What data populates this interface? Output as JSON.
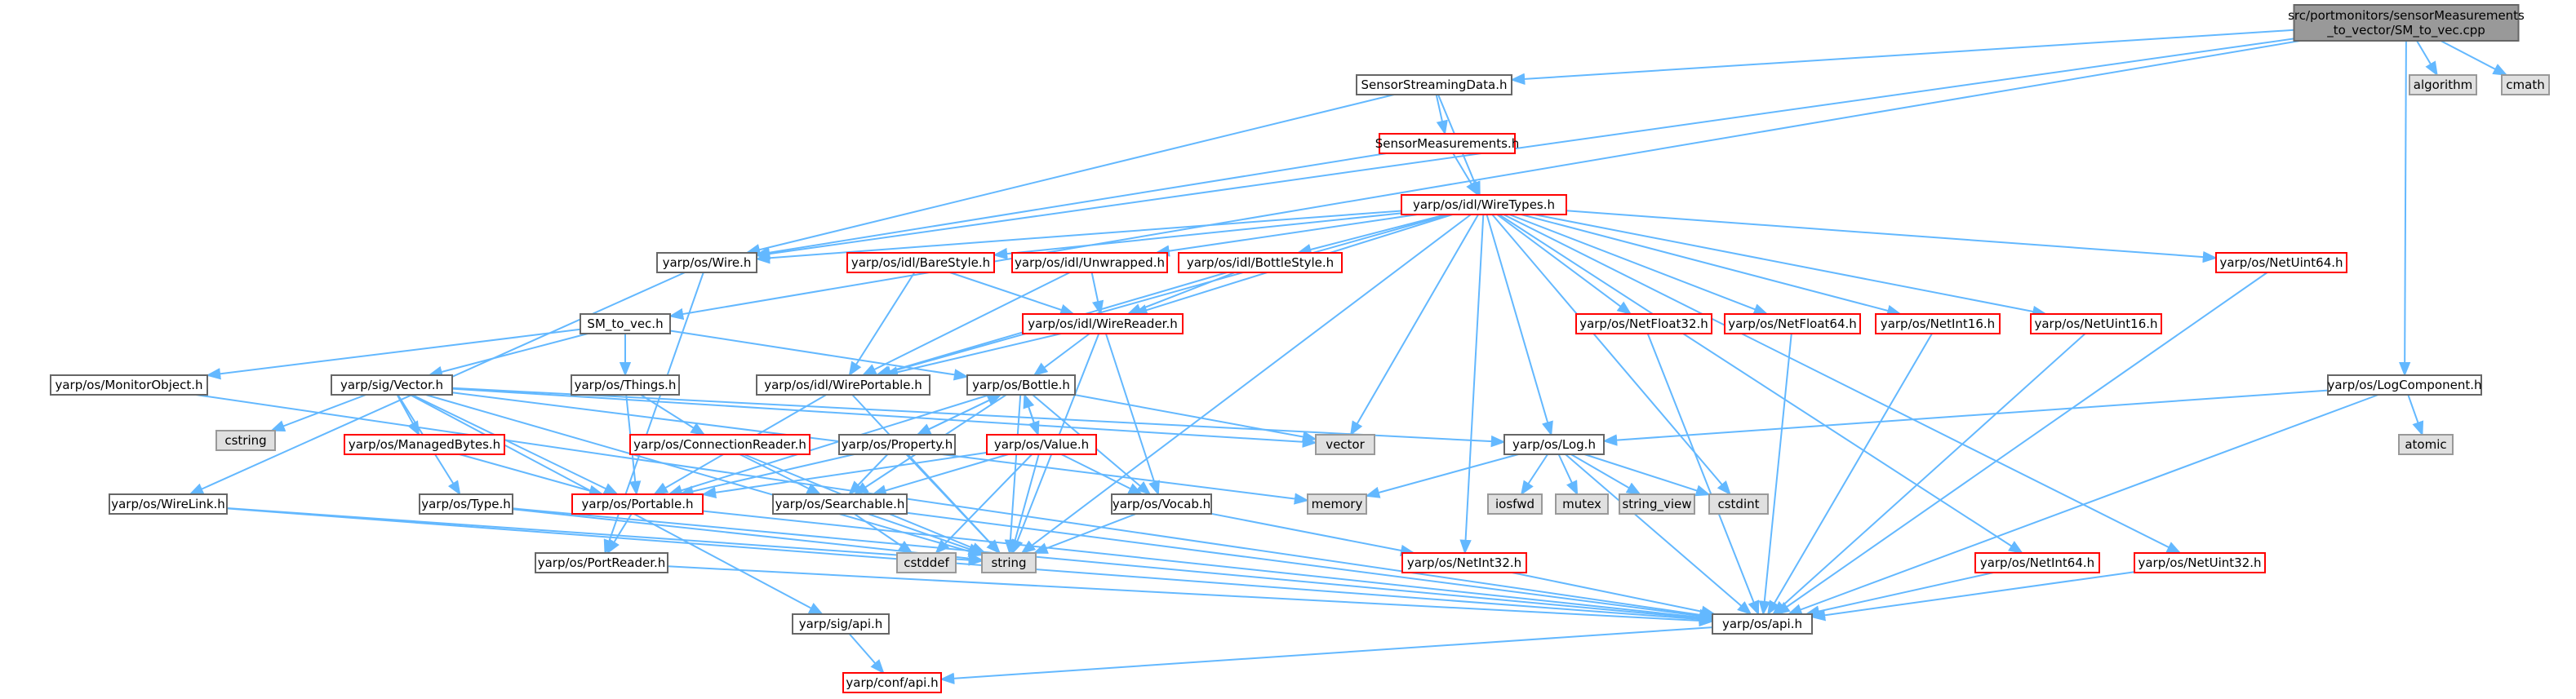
{
  "colors": {
    "edge": "#63b8ff",
    "root_fill": "#999999",
    "root_stroke": "#666666",
    "normal_fill": "#ffffff",
    "normal_stroke": "#666666",
    "incomplete_stroke": "#ff0000",
    "system_fill": "#e0e0e0",
    "system_stroke": "#999999"
  },
  "nodes": [
    {
      "id": "root",
      "lines": [
        "src/portmonitors/sensorMeasurements",
        "_to_vector/SM_to_vec.cpp"
      ],
      "kind": "root"
    },
    {
      "id": "ssd",
      "lines": [
        "SensorStreamingData.h"
      ],
      "kind": "normal"
    },
    {
      "id": "algorithm",
      "lines": [
        "algorithm"
      ],
      "kind": "system"
    },
    {
      "id": "cmath",
      "lines": [
        "cmath"
      ],
      "kind": "system"
    },
    {
      "id": "sm",
      "lines": [
        "SensorMeasurements.h"
      ],
      "kind": "incomplete"
    },
    {
      "id": "wiretypes",
      "lines": [
        "yarp/os/idl/WireTypes.h"
      ],
      "kind": "incomplete"
    },
    {
      "id": "wire",
      "lines": [
        "yarp/os/Wire.h"
      ],
      "kind": "normal"
    },
    {
      "id": "barestyle",
      "lines": [
        "yarp/os/idl/BareStyle.h"
      ],
      "kind": "incomplete"
    },
    {
      "id": "unwrapped",
      "lines": [
        "yarp/os/idl/Unwrapped.h"
      ],
      "kind": "incomplete"
    },
    {
      "id": "bottlestyle",
      "lines": [
        "yarp/os/idl/BottleStyle.h"
      ],
      "kind": "incomplete"
    },
    {
      "id": "netuint64a",
      "lines": [
        "yarp/os/NetUint64.h"
      ],
      "kind": "incomplete"
    },
    {
      "id": "smtovec",
      "lines": [
        "SM_to_vec.h"
      ],
      "kind": "normal"
    },
    {
      "id": "wirereader",
      "lines": [
        "yarp/os/idl/WireReader.h"
      ],
      "kind": "incomplete"
    },
    {
      "id": "netfloat32",
      "lines": [
        "yarp/os/NetFloat32.h"
      ],
      "kind": "incomplete"
    },
    {
      "id": "netfloat64",
      "lines": [
        "yarp/os/NetFloat64.h"
      ],
      "kind": "incomplete"
    },
    {
      "id": "netint16",
      "lines": [
        "yarp/os/NetInt16.h"
      ],
      "kind": "incomplete"
    },
    {
      "id": "netuint16",
      "lines": [
        "yarp/os/NetUint16.h"
      ],
      "kind": "incomplete"
    },
    {
      "id": "monitorobject",
      "lines": [
        "yarp/os/MonitorObject.h"
      ],
      "kind": "normal"
    },
    {
      "id": "sigvector",
      "lines": [
        "yarp/sig/Vector.h"
      ],
      "kind": "normal"
    },
    {
      "id": "things",
      "lines": [
        "yarp/os/Things.h"
      ],
      "kind": "normal"
    },
    {
      "id": "wireportable",
      "lines": [
        "yarp/os/idl/WirePortable.h"
      ],
      "kind": "normal"
    },
    {
      "id": "bottle",
      "lines": [
        "yarp/os/Bottle.h"
      ],
      "kind": "normal"
    },
    {
      "id": "logcomponent",
      "lines": [
        "yarp/os/LogComponent.h"
      ],
      "kind": "normal"
    },
    {
      "id": "cstring",
      "lines": [
        "cstring"
      ],
      "kind": "system"
    },
    {
      "id": "managedbytes",
      "lines": [
        "yarp/os/ManagedBytes.h"
      ],
      "kind": "incomplete"
    },
    {
      "id": "connreader",
      "lines": [
        "yarp/os/ConnectionReader.h"
      ],
      "kind": "incomplete"
    },
    {
      "id": "property",
      "lines": [
        "yarp/os/Property.h"
      ],
      "kind": "normal"
    },
    {
      "id": "value",
      "lines": [
        "yarp/os/Value.h"
      ],
      "kind": "incomplete"
    },
    {
      "id": "vector",
      "lines": [
        "vector"
      ],
      "kind": "system"
    },
    {
      "id": "log",
      "lines": [
        "yarp/os/Log.h"
      ],
      "kind": "normal"
    },
    {
      "id": "atomic",
      "lines": [
        "atomic"
      ],
      "kind": "system"
    },
    {
      "id": "wirelink",
      "lines": [
        "yarp/os/WireLink.h"
      ],
      "kind": "normal"
    },
    {
      "id": "type",
      "lines": [
        "yarp/os/Type.h"
      ],
      "kind": "normal"
    },
    {
      "id": "portable",
      "lines": [
        "yarp/os/Portable.h"
      ],
      "kind": "incomplete"
    },
    {
      "id": "searchable",
      "lines": [
        "yarp/os/Searchable.h"
      ],
      "kind": "normal"
    },
    {
      "id": "memory",
      "lines": [
        "memory"
      ],
      "kind": "system"
    },
    {
      "id": "vocab",
      "lines": [
        "yarp/os/Vocab.h"
      ],
      "kind": "normal"
    },
    {
      "id": "iosfwd",
      "lines": [
        "iosfwd"
      ],
      "kind": "system"
    },
    {
      "id": "mutex",
      "lines": [
        "mutex"
      ],
      "kind": "system"
    },
    {
      "id": "string_view",
      "lines": [
        "string_view"
      ],
      "kind": "system"
    },
    {
      "id": "cstdint",
      "lines": [
        "cstdint"
      ],
      "kind": "system"
    },
    {
      "id": "cstddef",
      "lines": [
        "cstddef"
      ],
      "kind": "system"
    },
    {
      "id": "string",
      "lines": [
        "string"
      ],
      "kind": "system"
    },
    {
      "id": "portreader",
      "lines": [
        "yarp/os/PortReader.h"
      ],
      "kind": "normal"
    },
    {
      "id": "netint32",
      "lines": [
        "yarp/os/NetInt32.h"
      ],
      "kind": "incomplete"
    },
    {
      "id": "netint64",
      "lines": [
        "yarp/os/NetInt64.h"
      ],
      "kind": "incomplete"
    },
    {
      "id": "netuint32",
      "lines": [
        "yarp/os/NetUint32.h"
      ],
      "kind": "incomplete"
    },
    {
      "id": "sigapi",
      "lines": [
        "yarp/sig/api.h"
      ],
      "kind": "normal"
    },
    {
      "id": "osapi",
      "lines": [
        "yarp/os/api.h"
      ],
      "kind": "normal"
    },
    {
      "id": "confapi",
      "lines": [
        "yarp/conf/api.h"
      ],
      "kind": "incomplete"
    }
  ],
  "edges": [
    [
      "root",
      "ssd"
    ],
    [
      "root",
      "algorithm"
    ],
    [
      "root",
      "cmath"
    ],
    [
      "root",
      "wire"
    ],
    [
      "root",
      "smtovec"
    ],
    [
      "root",
      "logcomponent"
    ],
    [
      "ssd",
      "sm"
    ],
    [
      "ssd",
      "wiretypes"
    ],
    [
      "ssd",
      "wire"
    ],
    [
      "sm",
      "wiretypes"
    ],
    [
      "sm",
      "wire"
    ],
    [
      "wiretypes",
      "wire"
    ],
    [
      "wiretypes",
      "barestyle"
    ],
    [
      "wiretypes",
      "unwrapped"
    ],
    [
      "wiretypes",
      "bottlestyle"
    ],
    [
      "wiretypes",
      "netuint64a"
    ],
    [
      "wiretypes",
      "wirereader"
    ],
    [
      "wiretypes",
      "netfloat32"
    ],
    [
      "wiretypes",
      "netfloat64"
    ],
    [
      "wiretypes",
      "netint16"
    ],
    [
      "wiretypes",
      "netuint16"
    ],
    [
      "wiretypes",
      "wireportable"
    ],
    [
      "wiretypes",
      "vector"
    ],
    [
      "wiretypes",
      "log"
    ],
    [
      "wiretypes",
      "cstdint"
    ],
    [
      "wiretypes",
      "string"
    ],
    [
      "wiretypes",
      "netint32"
    ],
    [
      "wiretypes",
      "netint64"
    ],
    [
      "wiretypes",
      "netuint32"
    ],
    [
      "wire",
      "portreader"
    ],
    [
      "wire",
      "wirelink"
    ],
    [
      "barestyle",
      "wirereader"
    ],
    [
      "barestyle",
      "wireportable"
    ],
    [
      "unwrapped",
      "wirereader"
    ],
    [
      "unwrapped",
      "wireportable"
    ],
    [
      "bottlestyle",
      "wirereader"
    ],
    [
      "bottlestyle",
      "wireportable"
    ],
    [
      "wirereader",
      "wireportable"
    ],
    [
      "wirereader",
      "bottle"
    ],
    [
      "wirereader",
      "vocab"
    ],
    [
      "wirereader",
      "string"
    ],
    [
      "netuint64a",
      "osapi"
    ],
    [
      "netfloat32",
      "osapi"
    ],
    [
      "netfloat64",
      "osapi"
    ],
    [
      "netint16",
      "osapi"
    ],
    [
      "netuint16",
      "osapi"
    ],
    [
      "smtovec",
      "monitorobject"
    ],
    [
      "smtovec",
      "sigvector"
    ],
    [
      "smtovec",
      "things"
    ],
    [
      "smtovec",
      "bottle"
    ],
    [
      "monitorobject",
      "osapi"
    ],
    [
      "sigvector",
      "cstring"
    ],
    [
      "sigvector",
      "managedbytes"
    ],
    [
      "sigvector",
      "portable"
    ],
    [
      "sigvector",
      "type"
    ],
    [
      "sigvector",
      "vector"
    ],
    [
      "sigvector",
      "log"
    ],
    [
      "sigvector",
      "memory"
    ],
    [
      "sigvector",
      "string"
    ],
    [
      "sigvector",
      "sigapi"
    ],
    [
      "things",
      "connreader"
    ],
    [
      "things",
      "portable"
    ],
    [
      "wireportable",
      "portable"
    ],
    [
      "wireportable",
      "string"
    ],
    [
      "bottle",
      "property"
    ],
    [
      "bottle",
      "value"
    ],
    [
      "bottle",
      "portable"
    ],
    [
      "bottle",
      "searchable"
    ],
    [
      "bottle",
      "vocab"
    ],
    [
      "bottle",
      "string"
    ],
    [
      "bottle",
      "vector"
    ],
    [
      "logcomponent",
      "log"
    ],
    [
      "logcomponent",
      "atomic"
    ],
    [
      "logcomponent",
      "osapi"
    ],
    [
      "managedbytes",
      "portable"
    ],
    [
      "connreader",
      "searchable"
    ],
    [
      "connreader",
      "string"
    ],
    [
      "property",
      "bottle"
    ],
    [
      "property",
      "portable"
    ],
    [
      "property",
      "searchable"
    ],
    [
      "property",
      "string"
    ],
    [
      "value",
      "bottle"
    ],
    [
      "value",
      "portable"
    ],
    [
      "value",
      "searchable"
    ],
    [
      "value",
      "vocab"
    ],
    [
      "value",
      "string"
    ],
    [
      "value",
      "cstddef"
    ],
    [
      "log",
      "memory"
    ],
    [
      "log",
      "iosfwd"
    ],
    [
      "log",
      "mutex"
    ],
    [
      "log",
      "string_view"
    ],
    [
      "log",
      "cstdint"
    ],
    [
      "log",
      "osapi"
    ],
    [
      "wirelink",
      "string"
    ],
    [
      "wirelink",
      "osapi"
    ],
    [
      "type",
      "string"
    ],
    [
      "type",
      "osapi"
    ],
    [
      "portable",
      "portreader"
    ],
    [
      "portable",
      "osapi"
    ],
    [
      "searchable",
      "cstddef"
    ],
    [
      "searchable",
      "string"
    ],
    [
      "searchable",
      "osapi"
    ],
    [
      "vocab",
      "string"
    ],
    [
      "vocab",
      "netint32"
    ],
    [
      "portreader",
      "osapi"
    ],
    [
      "netint32",
      "osapi"
    ],
    [
      "netint64",
      "osapi"
    ],
    [
      "netuint32",
      "osapi"
    ],
    [
      "sigapi",
      "confapi"
    ],
    [
      "osapi",
      "confapi"
    ]
  ]
}
